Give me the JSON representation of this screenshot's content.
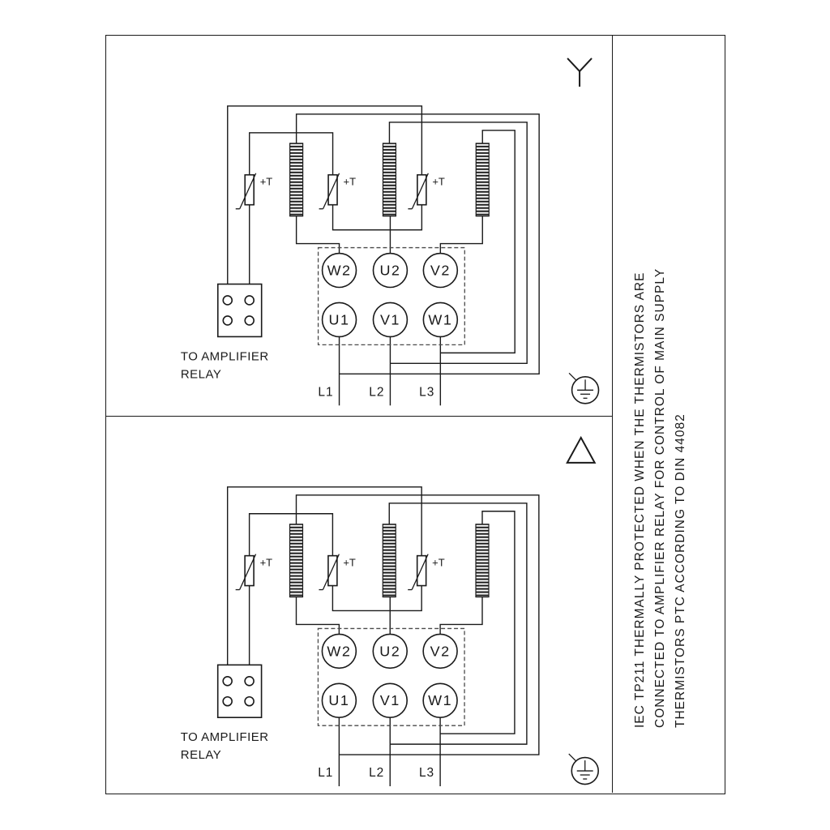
{
  "side_note": {
    "lines": [
      "IEC TP211 THERMALLY PROTECTED WHEN THE THERMISTORS ARE",
      "CONNECTED TO AMPLIFIER RELAY FOR CONTROL OF MAIN SUPPLY",
      "THERMISTORS PTC ACCORDING TO DIN 44082"
    ]
  },
  "panels": [
    {
      "connection": "star",
      "symbol": "wye",
      "thermistor_label": "+T",
      "relay_note": {
        "line1": "TO AMPLIFIER",
        "line2": "RELAY"
      },
      "terminals_top": [
        "W2",
        "U2",
        "V2"
      ],
      "terminals_bottom": [
        "U1",
        "V1",
        "W1"
      ],
      "supply_lines": [
        "L1",
        "L2",
        "L3"
      ]
    },
    {
      "connection": "delta",
      "symbol": "delta",
      "thermistor_label": "+T",
      "relay_note": {
        "line1": "TO AMPLIFIER",
        "line2": "RELAY"
      },
      "terminals_top": [
        "W2",
        "U2",
        "V2"
      ],
      "terminals_bottom": [
        "U1",
        "V1",
        "W1"
      ],
      "supply_lines": [
        "L1",
        "L2",
        "L3"
      ]
    }
  ],
  "colors": {
    "line": "#1a1a1a",
    "background": "#ffffff"
  }
}
